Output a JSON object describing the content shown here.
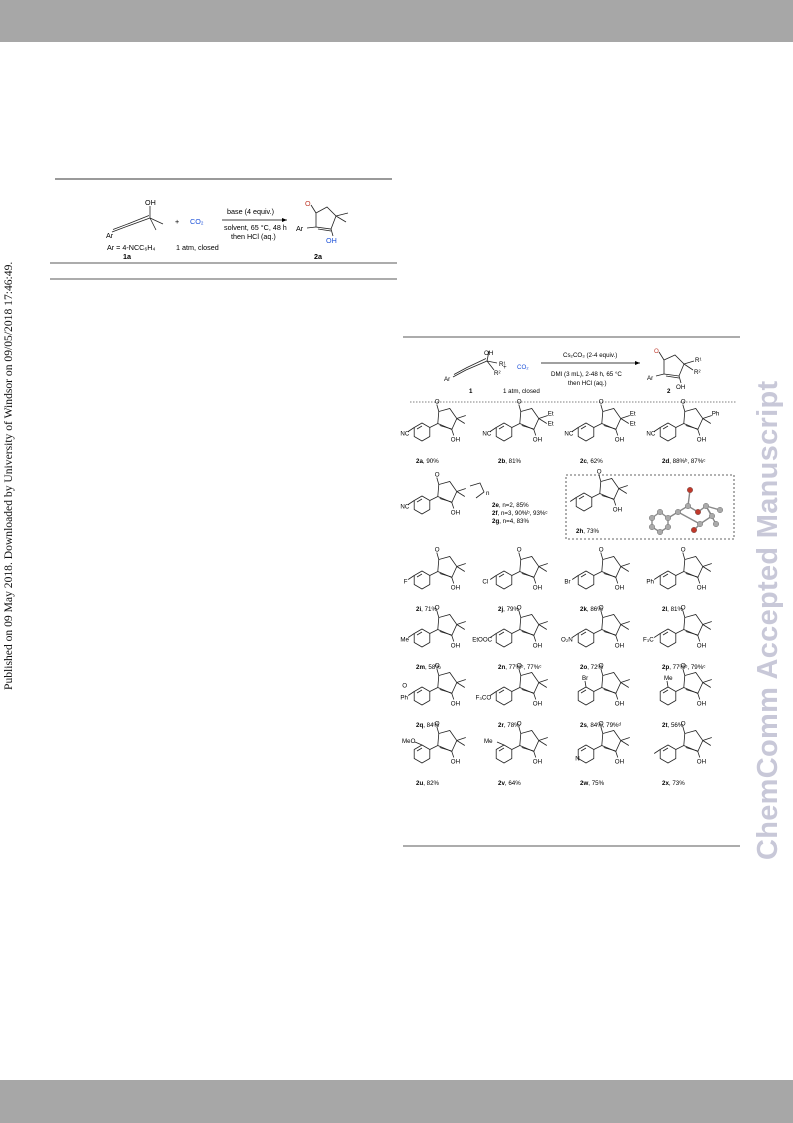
{
  "side_text": {
    "published": "Published on 09 May 2018. Downloaded by University of Windsor on 09/05/2018 17:46:49.",
    "journal_watermark": "ChemComm Accepted Manuscript"
  },
  "table1_scheme": {
    "substrate_oh": "OH",
    "substrate_ar": "Ar",
    "ar_definition": "Ar = 4-NCC₆H₄",
    "substrate_id": "1a",
    "plus": "+",
    "co2": "CO₂",
    "co2_condition": "1 atm, closed",
    "arrow_above": "base (4 equiv.)",
    "arrow_below_1": "solvent, 65 °C, 48 h",
    "arrow_below_2": "then HCl (aq.)",
    "product_o": "O",
    "product_ar": "Ar",
    "product_oh": "OH",
    "product_id": "2a"
  },
  "table2_scheme": {
    "substrate_oh": "OH",
    "r1": "R¹",
    "r2": "R²",
    "ar": "Ar",
    "substrate_id": "1",
    "plus": "+",
    "co2": "CO₂",
    "co2_condition": "1 atm, closed",
    "arrow_above": "Cs₂CO₃ (2-4 equiv.)",
    "arrow_below_1": "DMI (3 mL), 2-48 h, 65 °C",
    "arrow_below_2": "then HCl (aq.)",
    "product_o": "O",
    "product_ar": "Ar",
    "product_oh": "OH",
    "product_r1": "R¹",
    "product_r2": "R²",
    "product_id": "2"
  },
  "products": [
    {
      "id": "2a",
      "yield": ", 90%",
      "sub": "NC"
    },
    {
      "id": "2b",
      "yield": ", 81%",
      "sub": "NC",
      "alkyl": "Et"
    },
    {
      "id": "2c",
      "yield": ",  62%",
      "sub": "NC",
      "alkyl": "Et"
    },
    {
      "id": "2d",
      "yield": ", 88%ᵇ, 87%ᶜ",
      "sub": "NC",
      "alkyl": "Ph"
    },
    {
      "id": "2i",
      "yield": ", 71%",
      "sub": "F"
    },
    {
      "id": "2j",
      "yield": ", 79%",
      "sub": "Cl"
    },
    {
      "id": "2k",
      "yield": ", 86%",
      "sub": "Br"
    },
    {
      "id": "2l",
      "yield": ", 81%",
      "sub": "Ph"
    },
    {
      "id": "2m",
      "yield": ",  58%",
      "sub": "Me"
    },
    {
      "id": "2n",
      "yield": ", 77%ᵇ, 77%ᶜ",
      "sub": "EtOOC"
    },
    {
      "id": "2o",
      "yield": ", 72%",
      "sub": "O₂N"
    },
    {
      "id": "2p",
      "yield": ", 77%ᵇ, 79%ᶜ",
      "sub": "F₃C"
    },
    {
      "id": "2q",
      "yield": ", 84%",
      "sub": "Ph",
      "sub2": "O"
    },
    {
      "id": "2r",
      "yield": ", 78%",
      "sub": "F₃CO"
    },
    {
      "id": "2s",
      "yield": ", 84%, 79%ᵈ",
      "sub": "Br"
    },
    {
      "id": "2t",
      "yield": ", 56%",
      "sub": "Me"
    },
    {
      "id": "2u",
      "yield": ", 82%",
      "sub": "MeO"
    },
    {
      "id": "2v",
      "yield": ", 64%",
      "sub": "Me"
    },
    {
      "id": "2w",
      "yield": ", 75%",
      "sub": "N"
    },
    {
      "id": "2x",
      "yield": ", 73%",
      "sub": ""
    }
  ],
  "spiro_group": {
    "sub": "NC",
    "n_label": "n",
    "lines": [
      {
        "id": "2e",
        "text": ", n=2, 85%"
      },
      {
        "id": "2f",
        "text": ", n=3, 90%ᵇ, 93%ᶜ"
      },
      {
        "id": "2g",
        "text": ", n=4, 83%"
      }
    ]
  },
  "boxed_2h": {
    "id": "2h",
    "yield": ", 73%"
  },
  "common_labels": {
    "o": "O",
    "oh": "OH"
  }
}
